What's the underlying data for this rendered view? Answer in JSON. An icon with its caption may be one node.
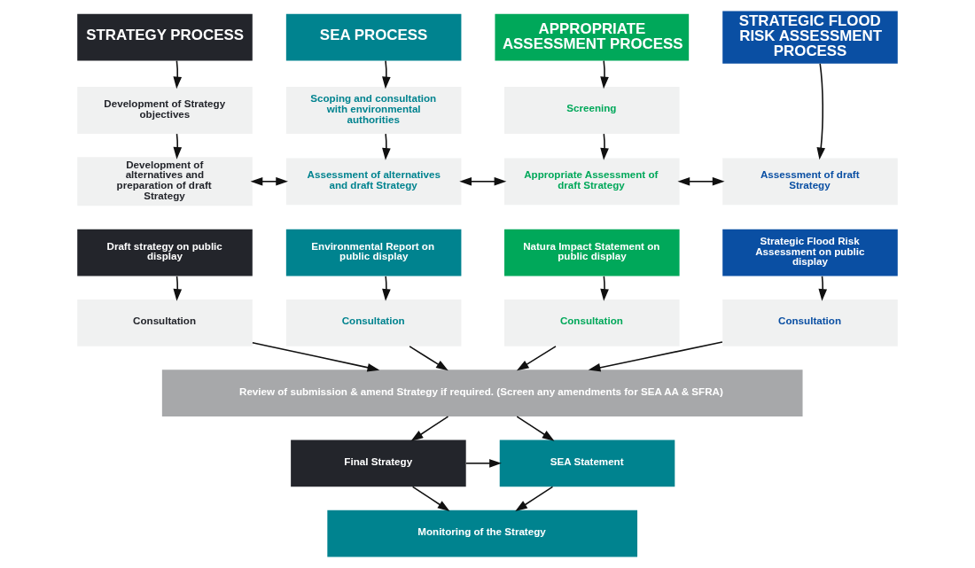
{
  "diagram": {
    "nodes": [
      {
        "text": [
          "STRATEGY PROCESS"
        ]
      },
      {
        "text": [
          "Development of Strategy objectives"
        ]
      },
      {
        "text": [
          "Development of alternatives and preparation of draft Strategy"
        ]
      },
      {
        "text": [
          "Draft strategy on public display"
        ]
      },
      {
        "text": [
          "Consultation"
        ]
      },
      {
        "text": [
          "SEA PROCESS"
        ]
      },
      {
        "text": [
          "Scoping and consultation with environmental authorities"
        ]
      },
      {
        "text": [
          "Assessment of alternatives and draft Strategy"
        ]
      },
      {
        "text": [
          "Environmental Report on public display"
        ]
      },
      {
        "text": [
          "Consultation"
        ]
      },
      {
        "text": [
          "APPROPRIATE ASSESSMENT PROCESS"
        ]
      },
      {
        "text": [
          "Screening"
        ]
      },
      {
        "text": [
          "Appropriate Assessment of draft Strategy"
        ]
      },
      {
        "text": [
          "Natura Impact Statement on public display"
        ]
      },
      {
        "text": [
          "Consultation"
        ]
      },
      {
        "text": [
          "STRATEGIC FLOOD RISK ASSESSMENT PROCESS"
        ]
      },
      {
        "text": [
          "Assessment of draft Strategy"
        ]
      },
      {
        "text": [
          "Strategic Flood Risk Assessment on public display"
        ]
      },
      {
        "text": [
          "Consultation"
        ]
      },
      {
        "text": [
          "Review of submission & amend Strategy if required. (Screen any amendments for SEA AA & SFRA)"
        ]
      },
      {
        "text": [
          "Final Strategy"
        ]
      },
      {
        "text": [
          "SEA Statement"
        ]
      },
      {
        "text": [
          "Monitoring of the Strategy"
        ]
      }
    ],
    "edges": [
      {
        "from": 0,
        "to": 1,
        "arrow": "to"
      },
      {
        "from": 1,
        "to": 2,
        "arrow": "to"
      },
      {
        "from": 3,
        "to": 4,
        "arrow": "to"
      },
      {
        "from": 4,
        "to": 19,
        "arrow": "to"
      },
      {
        "from": 5,
        "to": 6,
        "arrow": "to"
      },
      {
        "from": 6,
        "to": 7,
        "arrow": "to"
      },
      {
        "from": 8,
        "to": 9,
        "arrow": "to"
      },
      {
        "from": 9,
        "to": 19,
        "arrow": "to"
      },
      {
        "from": 10,
        "to": 11,
        "arrow": "to"
      },
      {
        "from": 11,
        "to": 12,
        "arrow": "to"
      },
      {
        "from": 13,
        "to": 14,
        "arrow": "to"
      },
      {
        "from": 14,
        "to": 19,
        "arrow": "to"
      },
      {
        "from": 15,
        "to": 16,
        "arrow": "to"
      },
      {
        "from": 17,
        "to": 18,
        "arrow": "to"
      },
      {
        "from": 18,
        "to": 19,
        "arrow": "to"
      },
      {
        "from": 2,
        "to": 7,
        "arrow": "both"
      },
      {
        "from": 7,
        "to": 12,
        "arrow": "both"
      },
      {
        "from": 12,
        "to": 16,
        "arrow": "both"
      },
      {
        "from": 19,
        "to": 20,
        "arrow": "to"
      },
      {
        "from": 19,
        "to": 21,
        "arrow": "to"
      },
      {
        "from": 20,
        "to": 21,
        "arrow": "to"
      },
      {
        "from": 20,
        "to": 22,
        "arrow": "to"
      },
      {
        "from": 21,
        "to": 22,
        "arrow": "to"
      }
    ]
  }
}
